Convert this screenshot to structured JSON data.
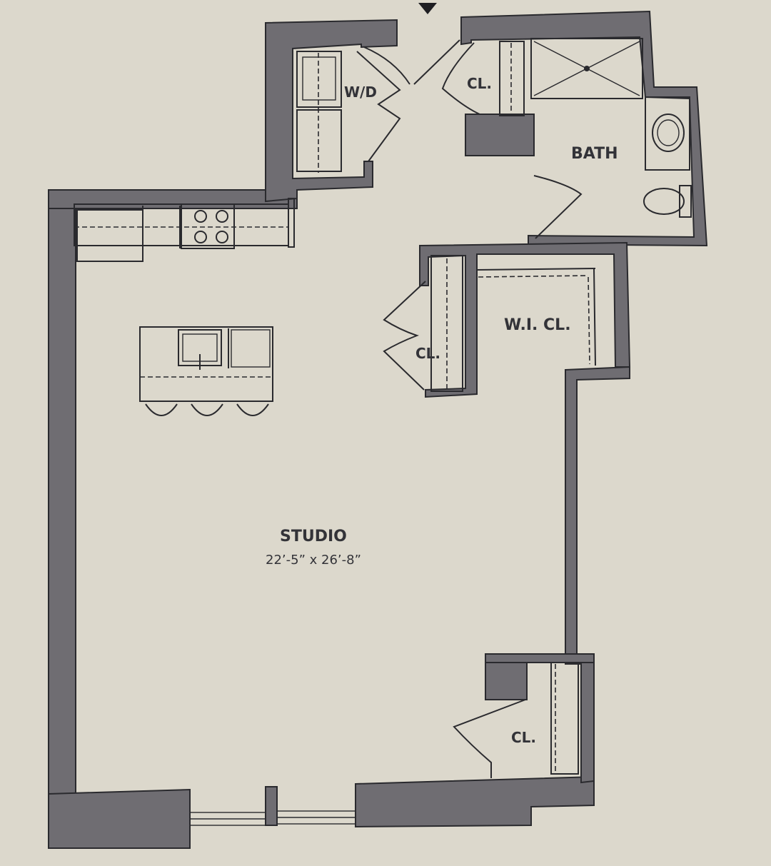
{
  "labels": {
    "wd": "W/D",
    "closet_top": "CL.",
    "bath": "BATH",
    "walk_in_closet": "W.I. CL.",
    "closet_mid": "CL.",
    "studio": "STUDIO",
    "studio_dimensions": "22’-5” x 26’-8”",
    "closet_bottom": "CL."
  },
  "icons": {
    "entrance": "down-arrow-icon"
  },
  "colors": {
    "paper": "#dcd8cc",
    "wall": "#6f6d72",
    "line": "#2a2a2e",
    "text": "#333338"
  }
}
